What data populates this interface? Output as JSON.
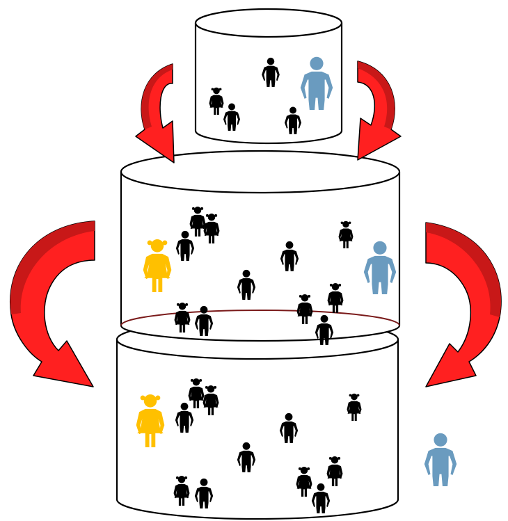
{
  "colors": {
    "background": "#ffffff",
    "outline": "#000000",
    "arrow_fill": "#ff2020",
    "arrow_shade": "#c81818",
    "seam": "#7a1a1a",
    "figure_default": "#000000",
    "figure_blue": "#6a9bbf",
    "figure_yellow": "#ffc000"
  },
  "tiers": [
    {
      "name": "top-tier"
    },
    {
      "name": "middle-tier"
    },
    {
      "name": "bottom-tier"
    }
  ],
  "arrows": [
    {
      "name": "arrow-top-left",
      "direction": "down-right"
    },
    {
      "name": "arrow-top-right",
      "direction": "down-left"
    },
    {
      "name": "arrow-mid-left",
      "direction": "down-right"
    },
    {
      "name": "arrow-mid-right",
      "direction": "down-left"
    }
  ],
  "figures": [
    {
      "group": "top-tier",
      "kind": "man",
      "color": "default"
    },
    {
      "group": "top-tier",
      "kind": "man",
      "color": "blue"
    },
    {
      "group": "top-tier",
      "kind": "woman",
      "color": "default"
    },
    {
      "group": "top-tier",
      "kind": "man",
      "color": "default"
    },
    {
      "group": "top-tier",
      "kind": "man",
      "color": "default"
    },
    {
      "group": "middle-tier",
      "kind": "woman",
      "color": "yellow"
    },
    {
      "group": "middle-tier",
      "kind": "man",
      "color": "default"
    },
    {
      "group": "middle-tier",
      "kind": "woman",
      "color": "default"
    },
    {
      "group": "middle-tier",
      "kind": "woman",
      "color": "default"
    },
    {
      "group": "middle-tier",
      "kind": "man",
      "color": "default"
    },
    {
      "group": "middle-tier",
      "kind": "man",
      "color": "default"
    },
    {
      "group": "middle-tier",
      "kind": "woman",
      "color": "default"
    },
    {
      "group": "middle-tier",
      "kind": "man",
      "color": "blue"
    },
    {
      "group": "middle-tier",
      "kind": "woman",
      "color": "default"
    },
    {
      "group": "middle-tier",
      "kind": "man",
      "color": "default"
    },
    {
      "group": "middle-tier",
      "kind": "woman",
      "color": "default"
    },
    {
      "group": "middle-tier",
      "kind": "woman",
      "color": "default"
    },
    {
      "group": "middle-tier",
      "kind": "man",
      "color": "default"
    },
    {
      "group": "bottom-tier",
      "kind": "woman",
      "color": "yellow"
    },
    {
      "group": "bottom-tier",
      "kind": "woman",
      "color": "default"
    },
    {
      "group": "bottom-tier",
      "kind": "woman",
      "color": "default"
    },
    {
      "group": "bottom-tier",
      "kind": "man",
      "color": "default"
    },
    {
      "group": "bottom-tier",
      "kind": "man",
      "color": "default"
    },
    {
      "group": "bottom-tier",
      "kind": "woman",
      "color": "default"
    },
    {
      "group": "bottom-tier",
      "kind": "man",
      "color": "default"
    },
    {
      "group": "bottom-tier",
      "kind": "woman",
      "color": "default"
    },
    {
      "group": "bottom-tier",
      "kind": "man",
      "color": "default"
    },
    {
      "group": "bottom-tier",
      "kind": "woman",
      "color": "default"
    },
    {
      "group": "bottom-tier",
      "kind": "woman",
      "color": "default"
    },
    {
      "group": "bottom-tier",
      "kind": "man",
      "color": "default"
    },
    {
      "group": "outside",
      "kind": "man",
      "color": "blue"
    }
  ]
}
